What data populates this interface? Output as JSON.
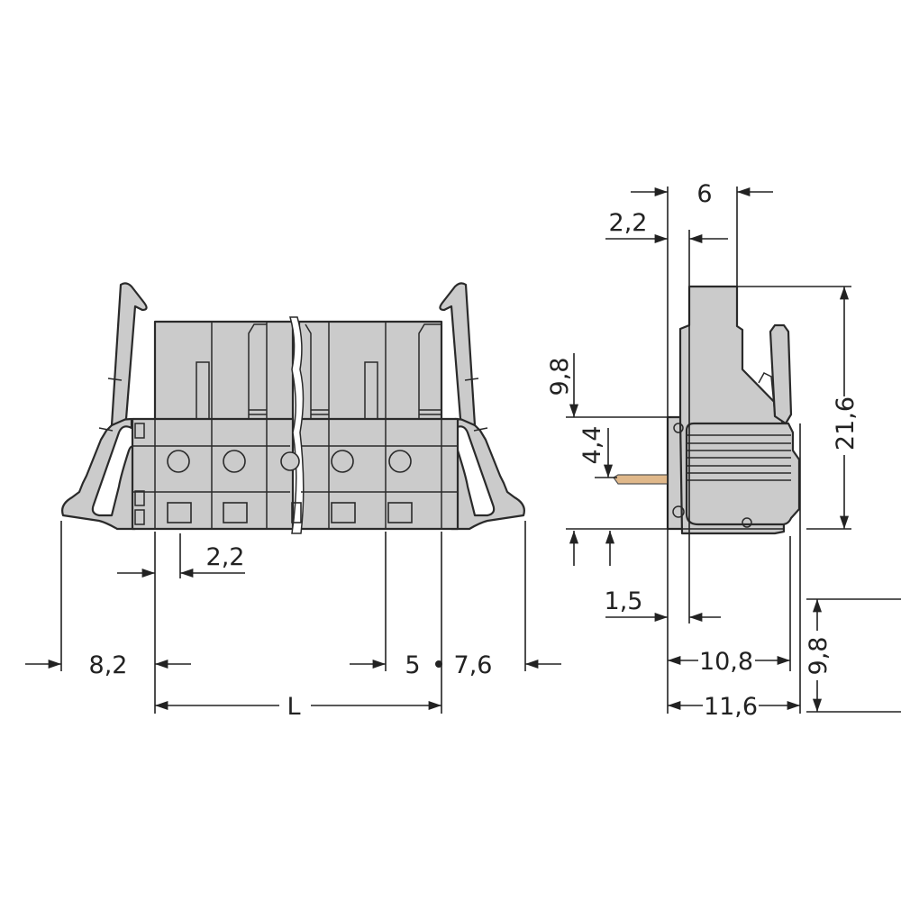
{
  "colors": {
    "housing": "#cbcbcb",
    "outline": "#2a2a2a",
    "pin": "#e0b88a",
    "contact": "#b07a40"
  },
  "front_view": {
    "dims": {
      "latch_offset": "8,2",
      "pin_offset": "2,2",
      "pitch": "5",
      "latch_offset_right": "7,6",
      "length": "L"
    }
  },
  "side_view": {
    "dims": {
      "top_width": "6",
      "top_offset": "2,2",
      "upper_height": "9,8",
      "pin_height": "4,4",
      "total_height": "21,6",
      "pin_offset": "1,5",
      "depth_1": "10,8",
      "depth_2": "11,6",
      "lower_height": "9,8"
    }
  }
}
